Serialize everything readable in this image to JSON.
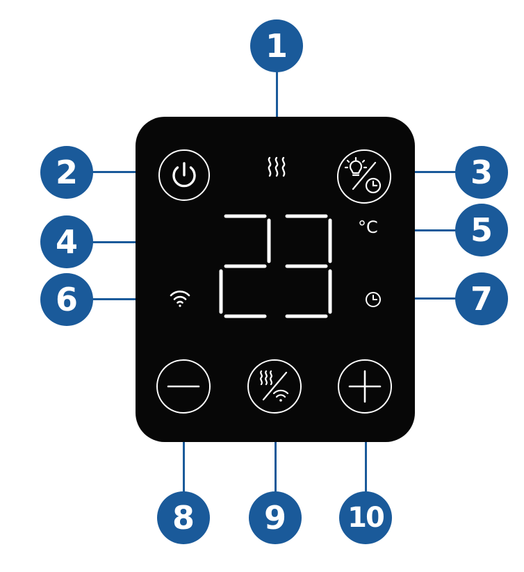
{
  "colors": {
    "callout": "#1a5a9a",
    "panel": "#070707",
    "glyph": "#ffffff"
  },
  "callouts": [
    "1",
    "2",
    "3",
    "4",
    "5",
    "6",
    "7",
    "8",
    "9",
    "10"
  ],
  "display": {
    "temperature": "23",
    "unit": "°C"
  },
  "icons": {
    "heat": "heat-waves-icon",
    "power": "power-icon",
    "light_timer": "light-timer-icon",
    "wifi": "wifi-icon",
    "timer": "clock-icon",
    "minus": "minus-icon",
    "heat_wifi": "heat-wifi-icon",
    "plus": "plus-icon"
  }
}
